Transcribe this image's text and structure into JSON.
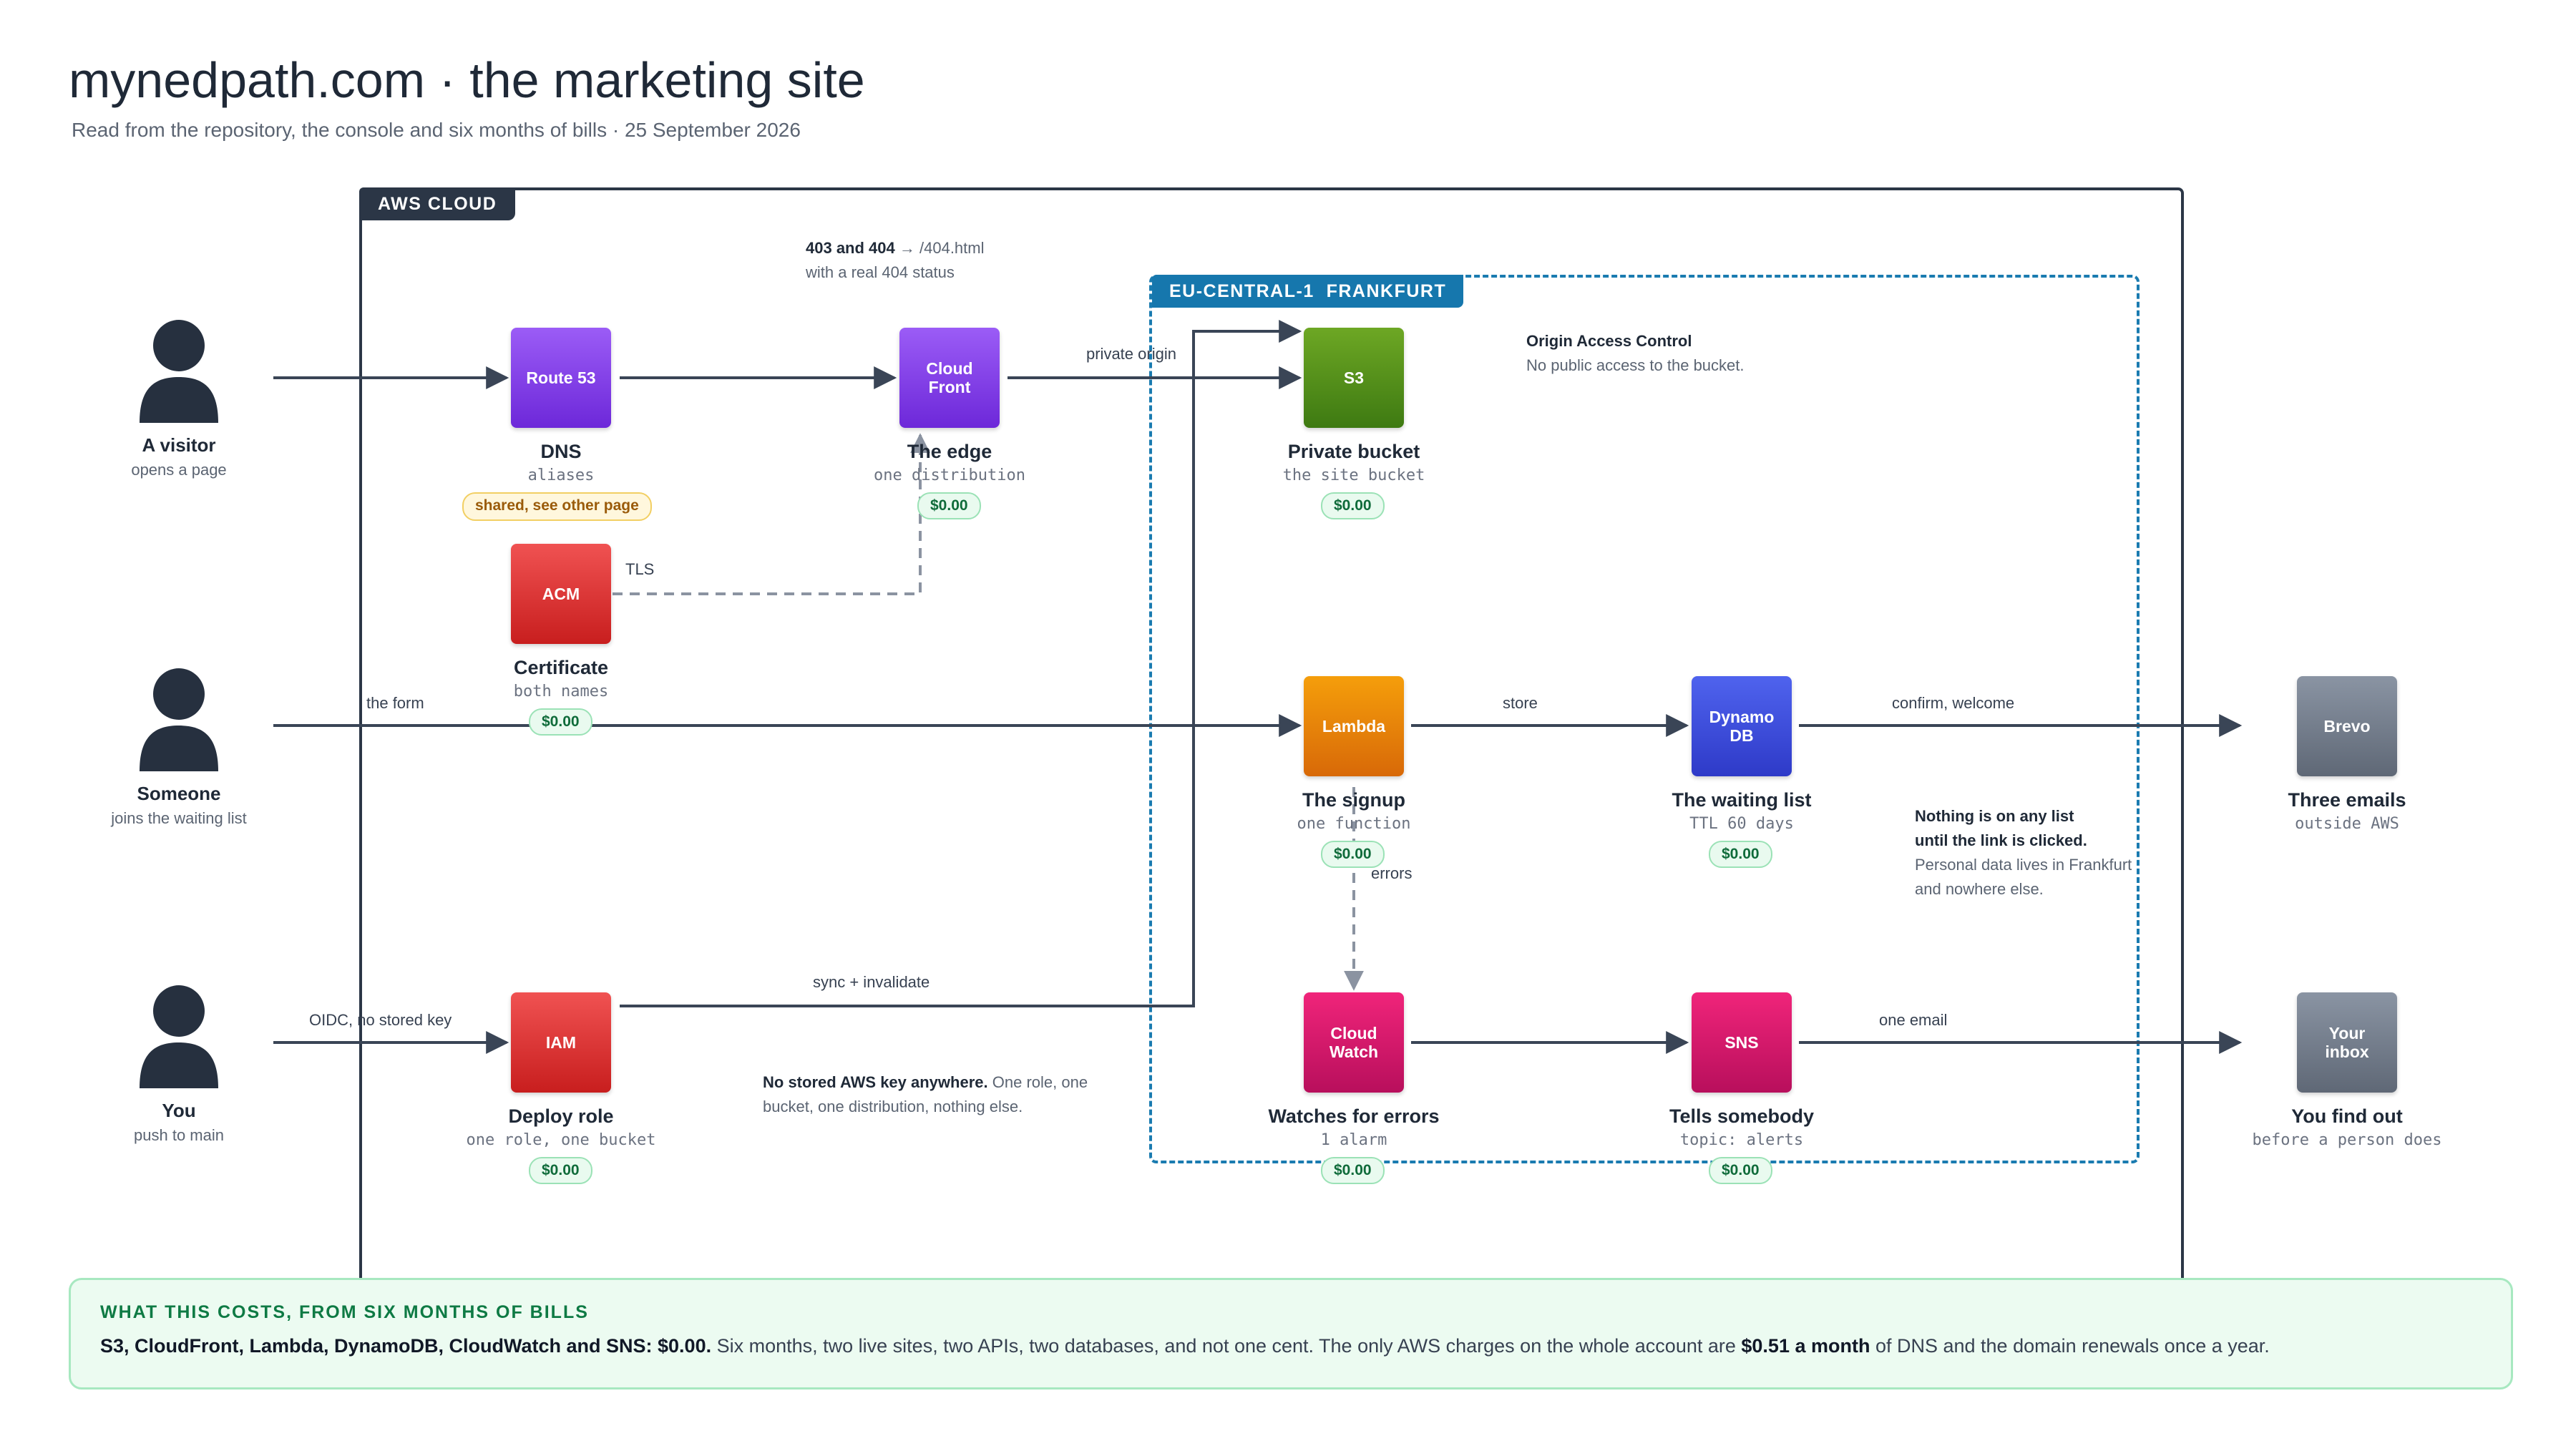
{
  "page": {
    "title": "mynedpath.com  ·  the marketing site",
    "subtitle": "Read from the repository, the console and six months of bills · 25 September 2026"
  },
  "groups": {
    "aws_cloud": "AWS CLOUD",
    "region": "EU-CENTRAL-1  FRANKFURT"
  },
  "actors": {
    "visitor": {
      "name": "A visitor",
      "sub": "opens a page"
    },
    "someone": {
      "name": "Someone",
      "sub": "joins the waiting list"
    },
    "you": {
      "name": "You",
      "sub": "push to main"
    }
  },
  "services": {
    "route53": {
      "icon": "Route 53",
      "title": "DNS",
      "sub": "aliases",
      "badge": "shared, see other page"
    },
    "cloudfront": {
      "icon_line1": "Cloud",
      "icon_line2": "Front",
      "title": "The edge",
      "sub": "one distribution",
      "price": "$0.00"
    },
    "s3": {
      "icon": "S3",
      "title": "Private bucket",
      "sub": "the site bucket",
      "price": "$0.00"
    },
    "acm": {
      "icon": "ACM",
      "title": "Certificate",
      "sub": "both names",
      "price": "$0.00"
    },
    "lambda": {
      "icon": "Lambda",
      "title": "The signup",
      "sub": "one function",
      "price": "$0.00"
    },
    "dynamodb": {
      "icon_line1": "Dynamo",
      "icon_line2": "DB",
      "title": "The waiting list",
      "sub": "TTL 60 days",
      "price": "$0.00"
    },
    "brevo": {
      "icon": "Brevo",
      "title": "Three emails",
      "sub": "outside AWS"
    },
    "iam": {
      "icon": "IAM",
      "title": "Deploy role",
      "sub": "one role, one bucket",
      "price": "$0.00"
    },
    "cloudwatch": {
      "icon_line1": "Cloud",
      "icon_line2": "Watch",
      "title": "Watches for errors",
      "sub": "1 alarm",
      "price": "$0.00"
    },
    "sns": {
      "icon": "SNS",
      "title": "Tells somebody",
      "sub": "topic: alerts",
      "price": "$0.00"
    },
    "inbox": {
      "icon_line1": "Your",
      "icon_line2": "inbox",
      "title": "You find out",
      "sub": "before a person does"
    }
  },
  "edge_labels": {
    "private_origin": "private origin",
    "tls": "TLS",
    "the_form": "the form",
    "store": "store",
    "confirm_welcome": "confirm, welcome",
    "errors": "errors",
    "oidc": "OIDC, no stored key",
    "sync_invalidate": "sync + invalidate",
    "one_email": "one email"
  },
  "notes": {
    "error_page": {
      "bold": "403 and 404",
      "arrow": "→",
      "path": "/404.html",
      "line2": "with a real 404 status"
    },
    "oac": {
      "bold": "Origin Access Control",
      "line2": "No public access to the bucket."
    },
    "list": {
      "bold1": "Nothing is on any list",
      "bold2": "until the link is clicked.",
      "line3": "Personal data lives in Frankfurt",
      "line4": "and nowhere else."
    },
    "keys": {
      "bold": "No stored AWS key anywhere.",
      "rest1": "One role, one",
      "line2": "bucket, one distribution, nothing else."
    }
  },
  "costs": {
    "heading": "WHAT THIS COSTS, FROM SIX MONTHS OF BILLS",
    "lead": "S3, CloudFront, Lambda, DynamoDB, CloudWatch and SNS: $0.00.",
    "middle": " Six months, two live sites, two APIs, two databases, and not one cent. The only AWS charges on the whole account are ",
    "amount": "$0.51 a month",
    "tail": " of DNS and the domain renewals once a year."
  }
}
